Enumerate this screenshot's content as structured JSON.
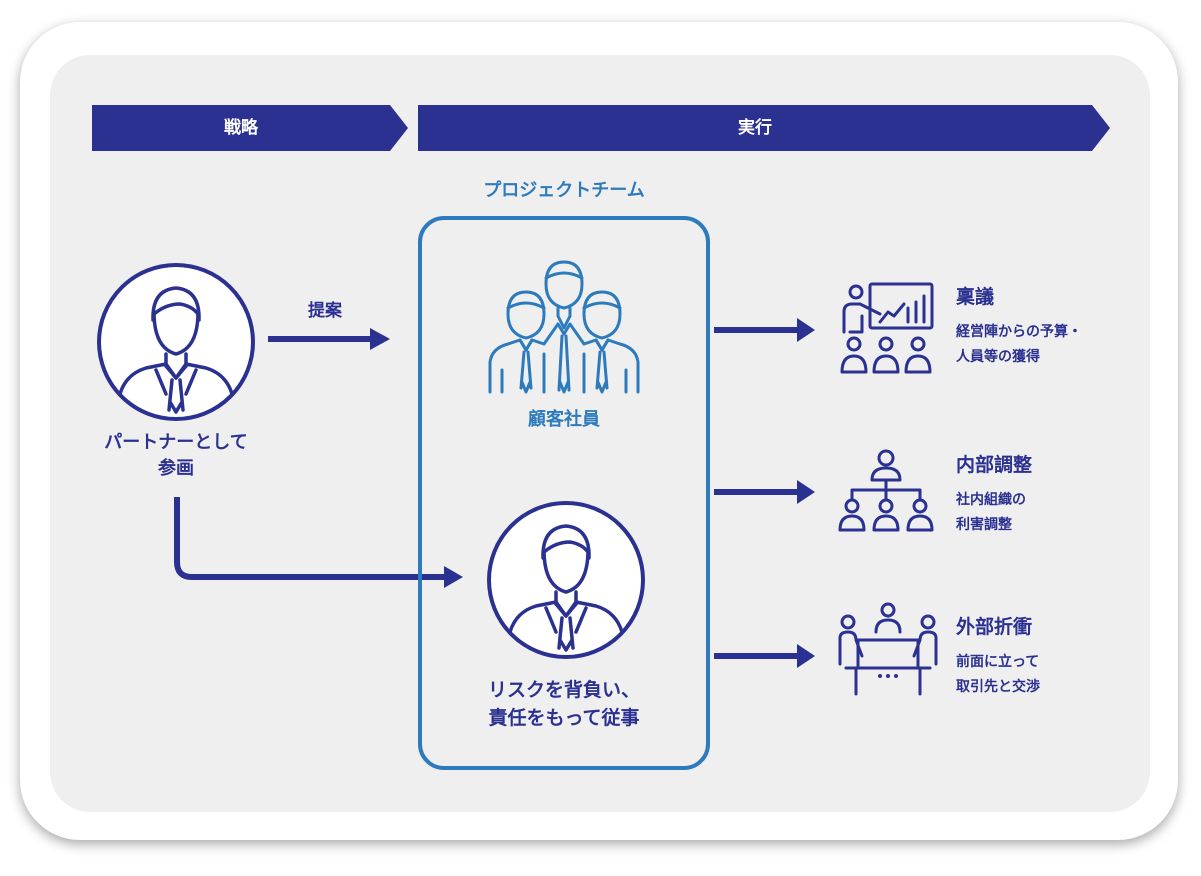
{
  "banners": {
    "strategy": "戦略",
    "execution": "実行"
  },
  "team": {
    "title": "プロジェクトチーム",
    "client_label": "顧客社員",
    "role_line1": "リスクを背負い、",
    "role_line2": "責任をもって従事"
  },
  "partner": {
    "line1": "パートナーとして",
    "line2": "参画",
    "arrow_label": "提案"
  },
  "outcomes": [
    {
      "title": "稟議",
      "desc1": "経営陣からの予算・",
      "desc2": "人員等の獲得"
    },
    {
      "title": "内部調整",
      "desc1": "社内組織の",
      "desc2": "利害調整"
    },
    {
      "title": "外部折衝",
      "desc1": "前面に立って",
      "desc2": "取引先と交渉"
    }
  ],
  "icons": [
    "partner-avatar-icon",
    "team-group-icon",
    "member-avatar-icon",
    "presentation-icon",
    "org-chart-icon",
    "meeting-table-icon"
  ],
  "colors": {
    "navy": "#2b3190",
    "blue": "#2d7bbd",
    "panel": "#efeff0"
  }
}
